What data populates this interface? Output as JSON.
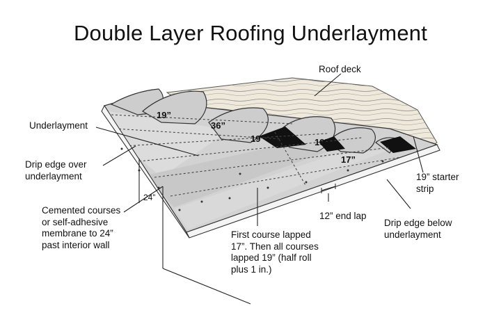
{
  "title": "Double Layer Roofing Underlayment",
  "labels": {
    "roof_deck": "Roof deck",
    "underlayment": "Underlayment",
    "drip_edge_over": [
      "Drip edge over",
      "underlayment"
    ],
    "cemented_courses": [
      "Cemented courses",
      "or self-adhesive",
      "membrane to 24”",
      "past interior wall"
    ],
    "starter_strip": [
      "19” starter",
      "strip"
    ],
    "end_lap": "12” end lap",
    "drip_edge_below": [
      "Drip edge below",
      "underlayment"
    ],
    "course_lap_note": [
      "First course lapped",
      "17”. Then all courses",
      "lapped 19” (half roll",
      "plus 1 in.)"
    ]
  },
  "dimensions": {
    "d19_top": "19”",
    "d36": "36”",
    "d19_mid": "19”",
    "d19_right": "19”",
    "d17": "17”",
    "d24": "24”"
  }
}
